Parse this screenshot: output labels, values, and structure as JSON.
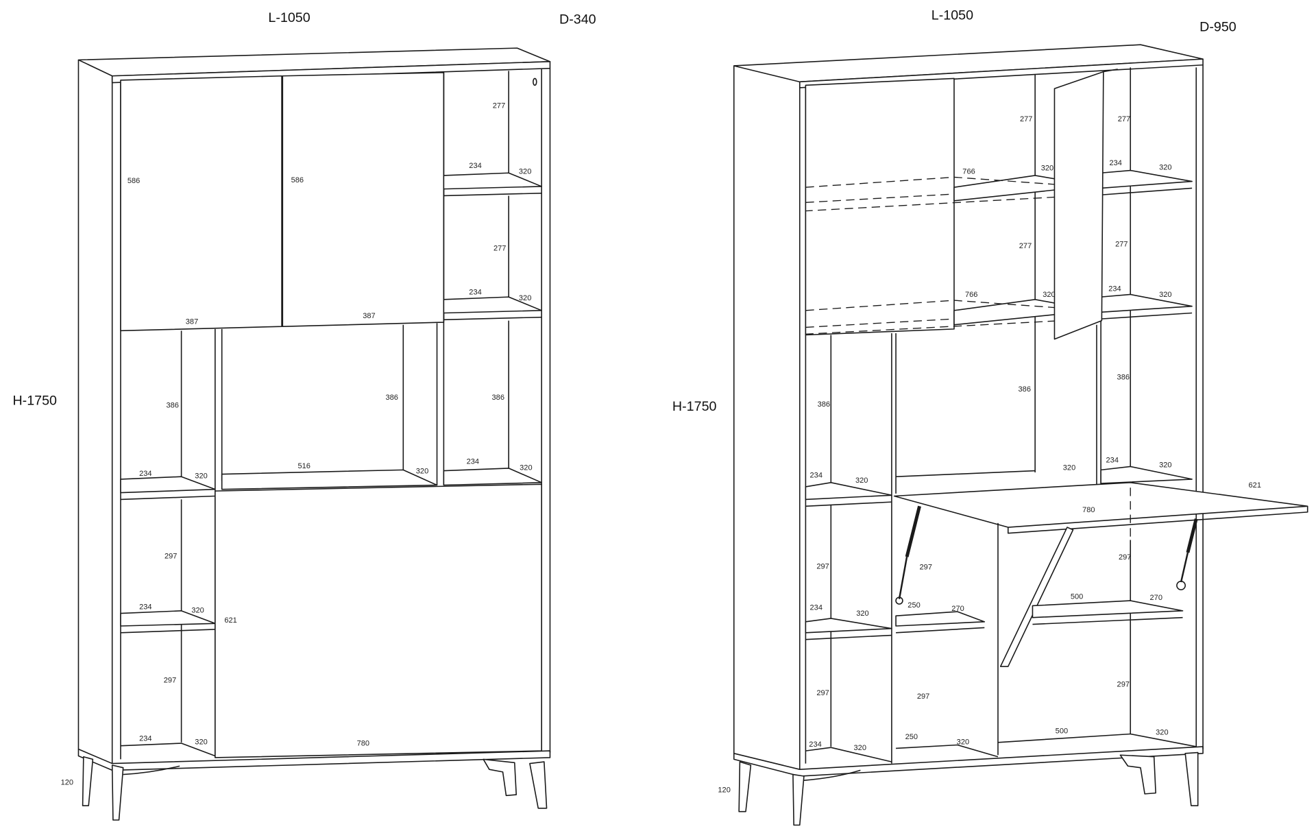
{
  "left_view": {
    "width_label": "L-1050",
    "depth_label": "D-340",
    "height_label": "H-1750",
    "leg_height_label": "120",
    "dims": [
      "586",
      "586",
      "387",
      "387",
      "277",
      "234",
      "320",
      "277",
      "234",
      "320",
      "386",
      "386",
      "386",
      "234",
      "320",
      "516",
      "320",
      "234",
      "320",
      "297",
      "234",
      "320",
      "621",
      "297",
      "234",
      "320",
      "780"
    ]
  },
  "right_view": {
    "width_label": "L-1050",
    "depth_label": "D-950",
    "height_label": "H-1750",
    "leg_height_label": "120",
    "dims": [
      "277",
      "277",
      "766",
      "320",
      "234",
      "320",
      "277",
      "277",
      "234",
      "320",
      "766",
      "320",
      "386",
      "386",
      "386",
      "234",
      "320",
      "320",
      "234",
      "320",
      "621",
      "780",
      "297",
      "297",
      "297",
      "250",
      "270",
      "500",
      "270",
      "234",
      "320",
      "297",
      "297",
      "297",
      "234",
      "320",
      "250",
      "320",
      "500",
      "320"
    ]
  }
}
